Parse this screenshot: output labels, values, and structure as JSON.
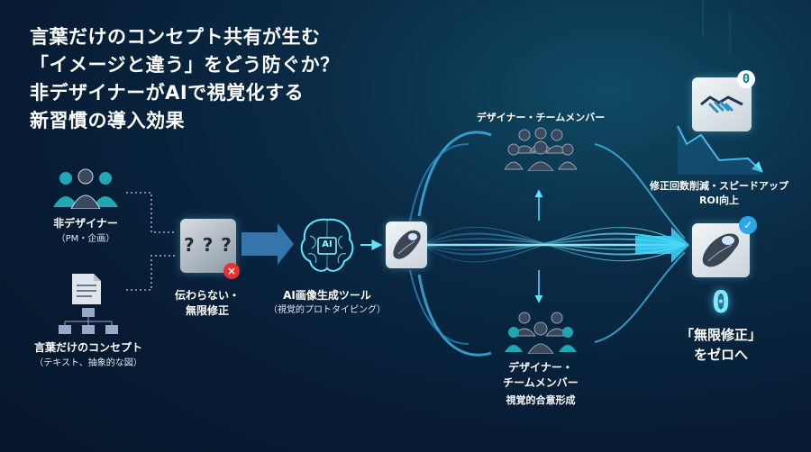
{
  "title": {
    "line1": "言葉だけのコンセプト共有が生む",
    "line2": "「イメージと違う」をどう防ぐか？",
    "line3": "非デザイナーがAIで視覚化する",
    "line4": "新習慣の導入効果"
  },
  "left": {
    "nondesigner_label": "非デザイナー",
    "nondesigner_sub": "（PM・企画）",
    "concept_label": "言葉だけのコンセプト",
    "concept_sub": "（テキスト、抽象的な図）"
  },
  "problem": {
    "line1": "伝わらない・",
    "line2": "無限修正",
    "qmarks": "? ? ?"
  },
  "ai": {
    "chip_text": "AI",
    "label": "AI画像生成ツール",
    "sub": "（視覚的プロトタイピング）"
  },
  "team": {
    "top_label": "デザイナー・チームメンバー",
    "bottom_line1": "デザイナー・",
    "bottom_line2": "チームメンバー",
    "bottom_line3": "視覚的合意形成"
  },
  "result": {
    "zero_badge": "0",
    "metrics_line1": "修正回数削減・スピードアップ",
    "metrics_line2": "ROI向上",
    "check": "✓",
    "big_zero": "0",
    "final_line1": "「無限修正」",
    "final_line2": "をゼロへ"
  },
  "colors": {
    "accent": "#3fd8ff",
    "error": "#e8322f",
    "check": "#2aa7e6"
  }
}
